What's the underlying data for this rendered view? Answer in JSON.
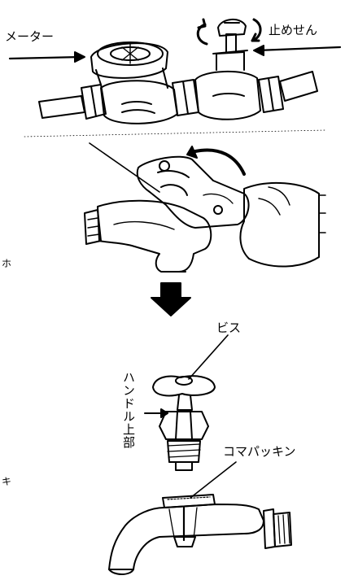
{
  "labels": {
    "meter": "メーター",
    "stop_valve": "止めせん",
    "screw": "ビス",
    "handle_top": "ハンドル上部",
    "packing": "コマパッキン"
  },
  "edge_marks": {
    "upper": "ホ",
    "lower": "キ"
  },
  "colors": {
    "ink": "#000000",
    "background": "#ffffff"
  }
}
